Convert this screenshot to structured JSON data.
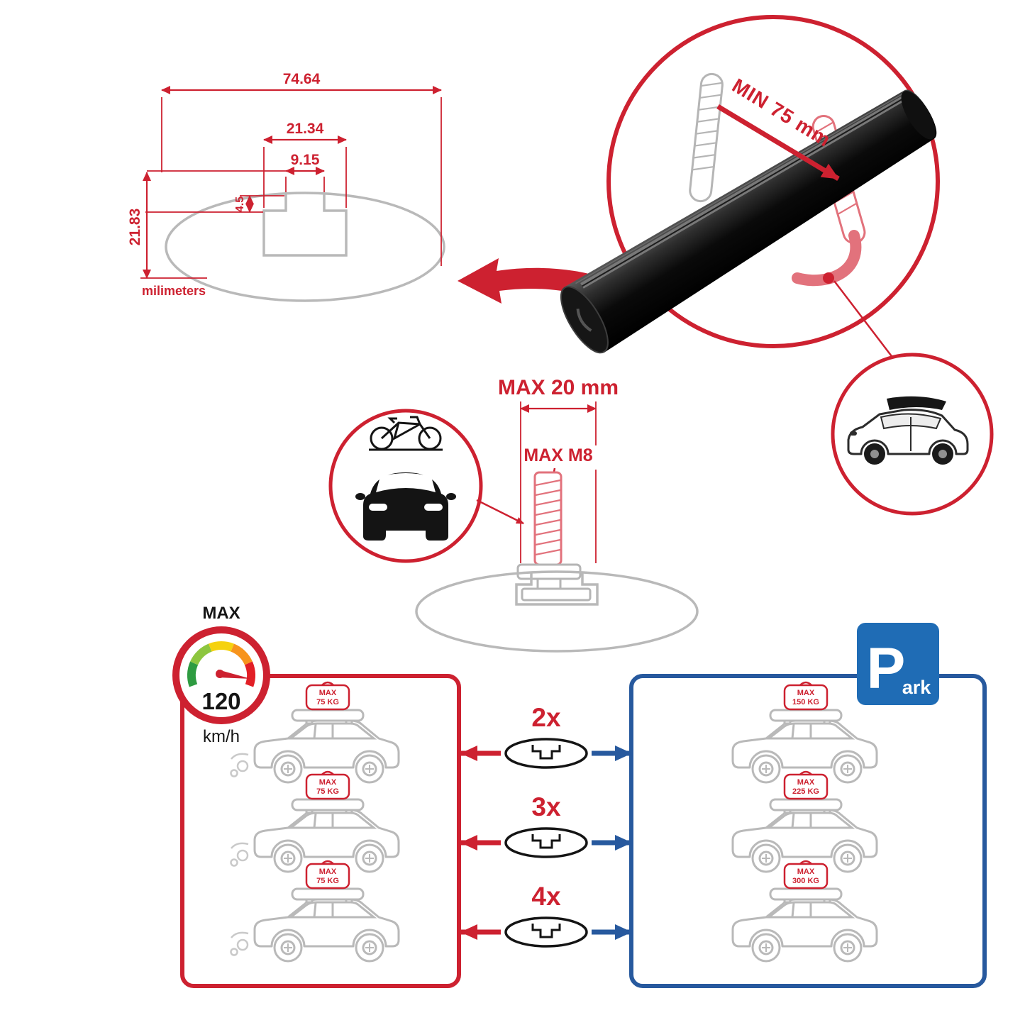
{
  "colors": {
    "accent_red": "#cd2130",
    "panel_blue": "#27599e",
    "sign_blue": "#1f6cb5",
    "outline_gray": "#b9b9b9",
    "bar_black": "#0a0a0a"
  },
  "profile_dims": {
    "total_width": "74.64",
    "channel_outer": "21.34",
    "channel_inner": "9.15",
    "lip_depth": "4.5",
    "total_height": "21.83",
    "units_label": "milimeters"
  },
  "clamp_detail": {
    "min_span_label": "MIN 75 mm"
  },
  "bolt_detail": {
    "max_length_label": "MAX 20 mm",
    "max_thread_label": "MAX M8"
  },
  "speed_limit": {
    "title": "MAX",
    "value": "120",
    "unit": "km/h"
  },
  "parking_sign": {
    "letter": "P",
    "rest": "ark"
  },
  "load_panels": {
    "multipliers": [
      "2x",
      "3x",
      "4x"
    ],
    "driving_cars": [
      {
        "tag_title": "MAX",
        "tag_value": "75 KG"
      },
      {
        "tag_title": "MAX",
        "tag_value": "75 KG"
      },
      {
        "tag_title": "MAX",
        "tag_value": "75 KG"
      }
    ],
    "parked_cars": [
      {
        "tag_title": "MAX",
        "tag_value": "150 KG"
      },
      {
        "tag_title": "MAX",
        "tag_value": "225 KG"
      },
      {
        "tag_title": "MAX",
        "tag_value": "300 KG"
      }
    ]
  }
}
